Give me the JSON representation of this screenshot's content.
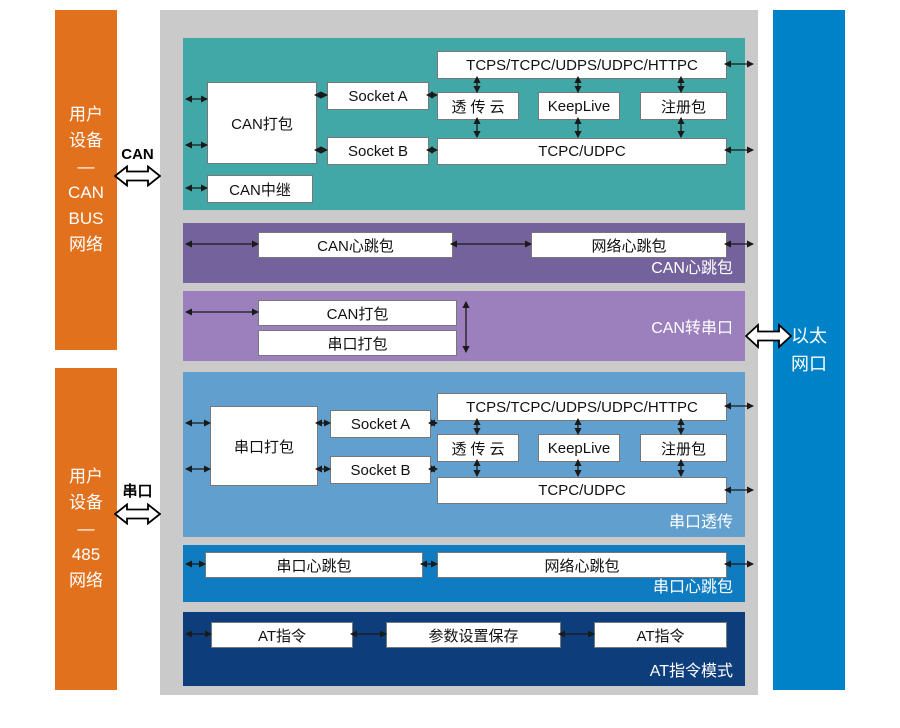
{
  "colors": {
    "orange": "#E2711E",
    "ethernetBlue": "#0082C8",
    "teal": "#41A7A7",
    "purpleDark": "#74629C",
    "purpleLight": "#9C80BE",
    "blueMid": "#609FCE",
    "blueBright": "#0F7CC2",
    "navy": "#0E3D7B",
    "gray": "#CACACA",
    "boxBorder": "#777777",
    "arrow": "#1A1A1A"
  },
  "left_panels": [
    {
      "label": "用户\n设备\n—\nCAN\nBUS\n网络"
    },
    {
      "label": "用户\n设备\n—\n485\n网络"
    }
  ],
  "right_panel": {
    "label": "以太\n网口"
  },
  "connectors": {
    "can": "CAN",
    "serial": "串口"
  },
  "sections": {
    "can_net": {
      "boxes": {
        "can_pack": "CAN打包",
        "socket_a": "Socket A",
        "socket_b": "Socket B",
        "can_relay": "CAN中继",
        "protocols": "TCPS/TCPC/UDPS/UDPC/HTTPC",
        "cloud": "透 传 云",
        "keeplive": "KeepLive",
        "regpack": "注册包",
        "tcpc_udpc": "TCPC/UDPC"
      }
    },
    "can_heartbeat": {
      "boxes": {
        "can_hb": "CAN心跳包",
        "net_hb": "网络心跳包"
      },
      "label": "CAN心跳包"
    },
    "can_to_serial": {
      "boxes": {
        "can_pack": "CAN打包",
        "serial_pack": "串口打包"
      },
      "label": "CAN转串口"
    },
    "serial_net": {
      "boxes": {
        "serial_pack": "串口打包",
        "socket_a": "Socket A",
        "socket_b": "Socket B",
        "protocols": "TCPS/TCPC/UDPS/UDPC/HTTPC",
        "cloud": "透 传 云",
        "keeplive": "KeepLive",
        "regpack": "注册包",
        "tcpc_udpc": "TCPC/UDPC"
      },
      "label": "串口透传"
    },
    "serial_heartbeat": {
      "boxes": {
        "serial_hb": "串口心跳包",
        "net_hb": "网络心跳包"
      },
      "label": "串口心跳包"
    },
    "at_mode": {
      "boxes": {
        "at_left": "AT指令",
        "param_save": "参数设置保存",
        "at_right": "AT指令"
      },
      "label": "AT指令模式"
    }
  }
}
